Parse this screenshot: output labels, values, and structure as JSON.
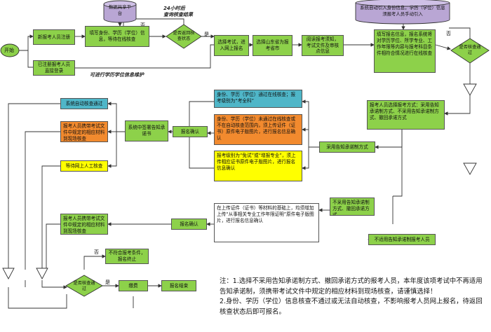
{
  "nodes": {
    "start": "开始",
    "db": "数据共享平台",
    "hours": "24小时后\n查询核查结果",
    "new_user": "新报考人员注册",
    "old_user": "已注册报考人员直接登录",
    "fill_info": "填写身份、学历（学位）信息，等待在线核查",
    "check_state": "是否返回核查状态",
    "select_exam": "选择考试，进入网上报名",
    "select_province": "选择山东省为报考省市",
    "read_notice": "阅读报考须知，考试文件及审核点信息",
    "fill_form": "填写报名信息，报名系统将对学历学位、所学专业、工作年限等内容与报考科目条件相符合情况进行在线核查",
    "auto_check_sys": "系统自动引入身份信息，学历（学位）信息须报考人员手动引入",
    "is_check_pass": "是否核查通过",
    "degree_note": "可进行学历学位信息维护",
    "choose_commit": "报考人员选择报考方式：采用告知承诺制方式、不采用告知承诺制方式、撤回承诺方式",
    "use_commit": "采用告知承诺制方式",
    "not_use_commit_box": "不采用告知承诺制方式、撤回承诺方式",
    "not_use_commit": "不适用告知承诺制报考人员",
    "teal_info": "身份、学历（学位）通过在线核查；报考级别为“考全科”",
    "orange_info": "身份、学历（学位）未通过在线核查或不在自动核查范围内，须上传证件（证书）原件电子版图片，进行报名信息确认",
    "yellow_info": "报考级别为“免试”或“增报专业”，须上传相应证书原件电子版图片，进行报名信息确认",
    "white_info": "在上传证件（证书）等材料的基础上，均须增加上传“从事相关专业工作年限证明”原件电子版图片，进行报名信息确认",
    "confirm1": "报名确认",
    "confirm2": "报名确认",
    "sign_commit": "系统中签署告知承诺书",
    "sys_pass": "系统自动核查通过",
    "orange_left": "报考人员携带考试文件中规定的相应材料到现场核查",
    "wait_manual": "等待网上人工核查",
    "green_left2": "报考人员携带考试文件中规定的相应材料到现场核查",
    "is_check_pass2": "是否核查通过",
    "fail": "不符合报考条件，报名终止",
    "pay": "缴费",
    "done": "报名结束",
    "yes": "是",
    "no": "否"
  },
  "note": {
    "line1": "注：1.选择不采用告知承诺制方式、撤回承诺方式的报考人员，本年度该项考试中不再适用告知承诺制，须携带考试文件中规定的相应材料到现场核查，请谨慎选择！",
    "line2": "2.身份、学历（学位）信息核查不通过或无法自动核查，不影响报考人员网上报名，待返回核查状态后即可报名。"
  },
  "colors": {
    "green": "#8dd14a",
    "orange": "#f28a2e",
    "teal": "#4fb6c8",
    "yellow": "#ffff00",
    "purple_db": "#b9a6d4",
    "line": "#333333"
  }
}
